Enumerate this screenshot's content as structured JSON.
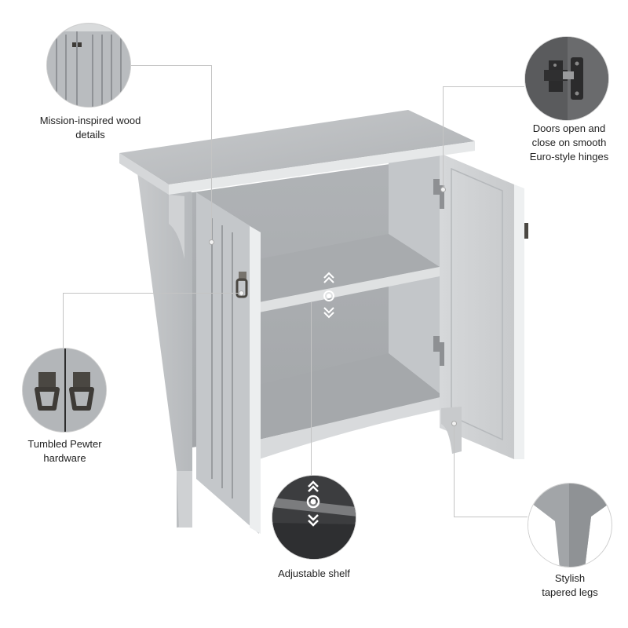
{
  "product": {
    "description": "Two-door storage cabinet with adjustable shelf, shown with left and right doors open",
    "finish_color": "#b9bcbf"
  },
  "callouts": [
    {
      "id": "wood-details",
      "label_lines": [
        "Mission-inspired wood",
        "details"
      ],
      "icon": "mission-door-detail-icon"
    },
    {
      "id": "hinges",
      "label_lines": [
        "Doors open and",
        "close on smooth",
        "Euro-style hinges"
      ],
      "icon": "euro-hinge-icon"
    },
    {
      "id": "hardware",
      "label_lines": [
        "Tumbled Pewter",
        "hardware"
      ],
      "icon": "pewter-pull-icon"
    },
    {
      "id": "shelf",
      "label_lines": [
        "Adjustable shelf"
      ],
      "icon": "adjustable-shelf-icon"
    },
    {
      "id": "legs",
      "label_lines": [
        "Stylish",
        "tapered legs"
      ],
      "icon": "tapered-leg-icon"
    }
  ],
  "colors": {
    "connector_line": "#c4c4c4",
    "circle_border": "#cfcfcf",
    "hinge_bg": "#5f6062",
    "shelf_bg": "#3e3f41",
    "pewter": "#4a4742"
  }
}
